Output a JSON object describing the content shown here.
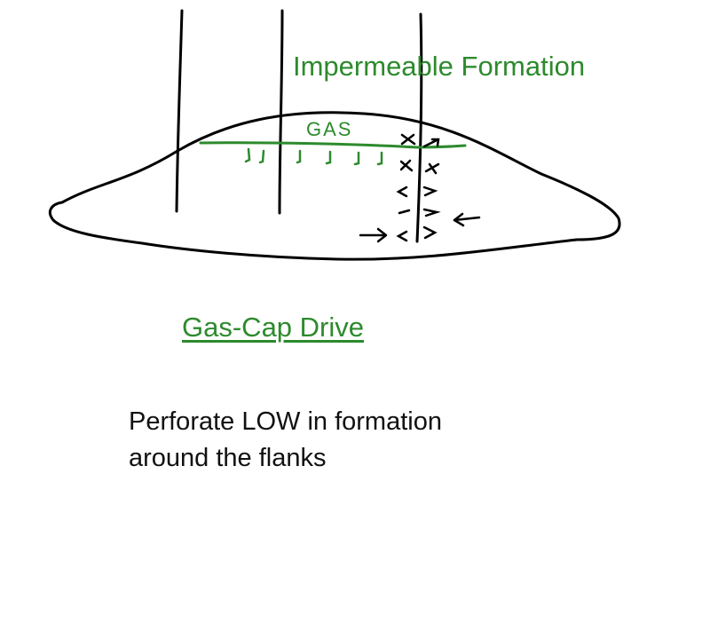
{
  "labels": {
    "impermeable": "Impermeable Formation",
    "gas_zone": "GAS",
    "title": "Gas-Cap Drive",
    "note": "Perforate LOW in formation around the flanks"
  },
  "colors": {
    "green": "#2d8a2d",
    "ink": "#000000"
  }
}
